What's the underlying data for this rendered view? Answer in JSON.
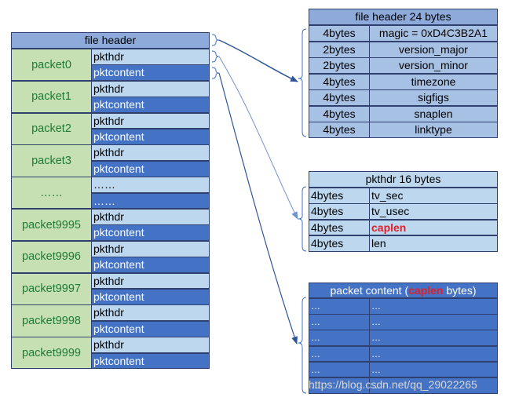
{
  "left": {
    "file_header": "file header",
    "packets": [
      {
        "name": "packet0",
        "hdr": "pkthdr",
        "content": "pktcontent"
      },
      {
        "name": "packet1",
        "hdr": "pkthdr",
        "content": "pktcontent"
      },
      {
        "name": "packet2",
        "hdr": "pkthdr",
        "content": "pktcontent"
      },
      {
        "name": "packet3",
        "hdr": "pkthdr",
        "content": "pktcontent"
      },
      {
        "name": "……",
        "hdr": "……",
        "content": "……"
      },
      {
        "name": "packet9995",
        "hdr": "pkthdr",
        "content": "pktcontent"
      },
      {
        "name": "packet9996",
        "hdr": "pkthdr",
        "content": "pktcontent"
      },
      {
        "name": "packet9997",
        "hdr": "pkthdr",
        "content": "pktcontent"
      },
      {
        "name": "packet9998",
        "hdr": "pkthdr",
        "content": "pktcontent"
      },
      {
        "name": "packet9999",
        "hdr": "pkthdr",
        "content": "pktcontent"
      }
    ]
  },
  "file_header_table": {
    "title": "file header 24 bytes",
    "rows": [
      {
        "size": "4bytes",
        "field": "magic = 0xD4C3B2A1"
      },
      {
        "size": "2bytes",
        "field": "version_major"
      },
      {
        "size": "2bytes",
        "field": "version_minor"
      },
      {
        "size": "4bytes",
        "field": "timezone"
      },
      {
        "size": "4bytes",
        "field": "sigfigs"
      },
      {
        "size": "4bytes",
        "field": "snaplen"
      },
      {
        "size": "4bytes",
        "field": "linktype"
      }
    ]
  },
  "pkthdr_table": {
    "title": "pkthdr 16 bytes",
    "rows": [
      {
        "size": "4bytes",
        "field": "tv_sec"
      },
      {
        "size": "4bytes",
        "field": "tv_usec"
      },
      {
        "size": "4bytes",
        "field": "caplen"
      },
      {
        "size": "4bytes",
        "field": "len"
      }
    ]
  },
  "content_table": {
    "title_prefix": "packet content (",
    "title_highlight": "caplen",
    "title_suffix": " bytes)",
    "rows": [
      {
        "a": "…",
        "b": "…"
      },
      {
        "a": "…",
        "b": "…"
      },
      {
        "a": "…",
        "b": "…"
      },
      {
        "a": "…",
        "b": "…"
      },
      {
        "a": "…",
        "b": "…"
      },
      {
        "a": "…",
        "b": "…"
      }
    ]
  },
  "watermark": "https://blog.csdn.net/qq_29022265",
  "colors": {
    "header_blue": "#8eaadb",
    "packet_green": "#c6e0b4",
    "pkthdr_light": "#bdd7ee",
    "pktcontent_blue": "#4472c4",
    "highlight_red": "#e0202a",
    "arrow_blue": "#2f5597"
  }
}
